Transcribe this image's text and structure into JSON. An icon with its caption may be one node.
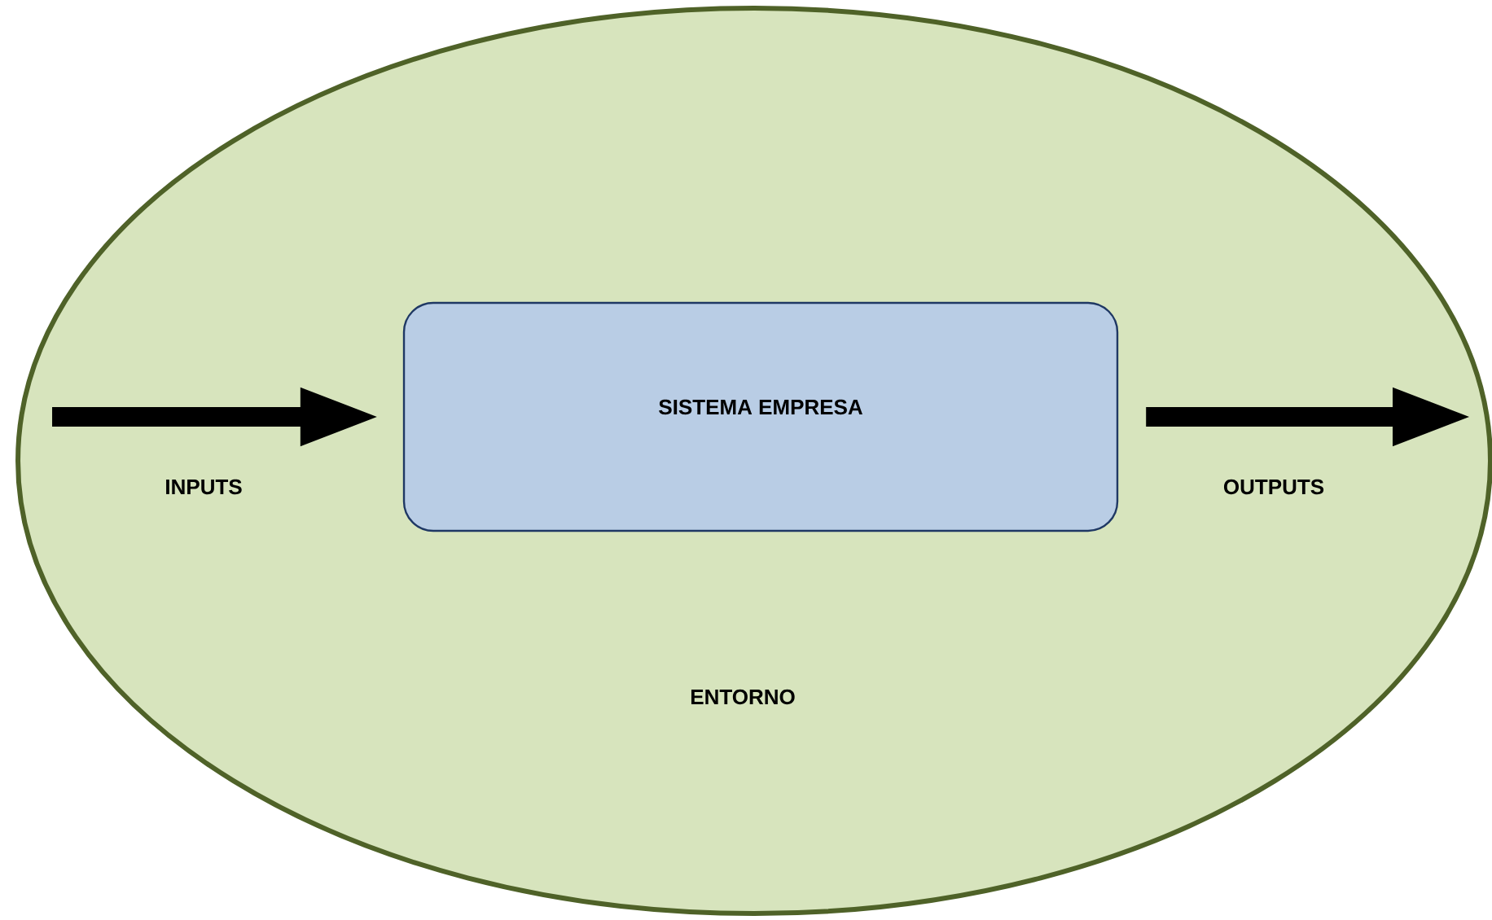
{
  "diagram": {
    "nodes": [
      {
        "text": [
          "ENTORNO"
        ]
      },
      {
        "text": [
          "SISTEMA EMPRESA"
        ],
        "in": 0
      }
    ],
    "edges": [
      {
        "from": null,
        "to": 1,
        "arrow": "to",
        "label": "INPUTS"
      },
      {
        "from": 1,
        "to": null,
        "arrow": "to",
        "label": "OUTPUTS"
      }
    ]
  }
}
